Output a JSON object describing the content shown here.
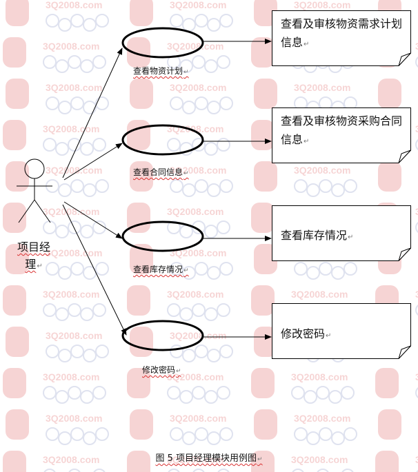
{
  "actor": {
    "label_line1": "项目经",
    "label_line2": "理"
  },
  "use_cases": [
    {
      "label": "查看物资计划"
    },
    {
      "label": "查看合同信息"
    },
    {
      "label": "查看库存情况"
    },
    {
      "label": "修改密码"
    }
  ],
  "notes": [
    {
      "text": "查看及审核物资需求计划信息"
    },
    {
      "text": "查看及审核物资采购合同信息"
    },
    {
      "text": "查看库存情况"
    },
    {
      "text": "修改密码"
    }
  ],
  "caption": "图 5  项目经理模块用例图",
  "watermark": {
    "text": "3Q2008.com",
    "logo_color": "#d94040",
    "rings_color": "#7080b8"
  }
}
